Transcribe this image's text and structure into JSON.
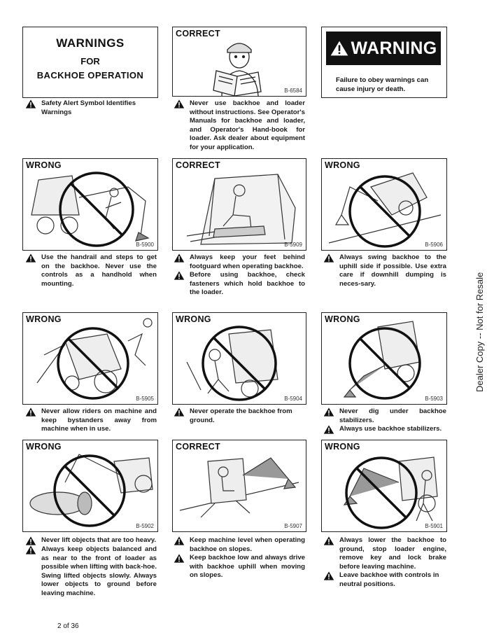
{
  "title": {
    "line1": "WARNINGS",
    "line2": "FOR",
    "line3": "BACKHOE OPERATION"
  },
  "safety_caption": "Safety Alert Symbol Identifies Warnings",
  "warning_box": {
    "banner": "WARNING",
    "text": "Failure to obey warnings can cause injury or death."
  },
  "side_text": "Dealer Copy -- Not for Resale",
  "page_number": "2 of 36",
  "panels": [
    {
      "tag": "CORRECT",
      "code": "B-6584",
      "captions": [
        "Never use backhoe and loader without instructions. See Operator's Manuals for backhoe and loader, and Operator's Hand-book for loader. Ask dealer about equipment for your application."
      ]
    },
    {
      "tag": "WRONG",
      "code": "B-5900",
      "captions": [
        "Use the handrail and steps to get on the backhoe. Never use the controls as a handhold when mounting."
      ]
    },
    {
      "tag": "CORRECT",
      "code": "B-5909",
      "captions": [
        "Always keep your feet behind footguard when operating backhoe.",
        "Before using backhoe, check fasteners which hold backhoe to the loader."
      ]
    },
    {
      "tag": "WRONG",
      "code": "B-5906",
      "captions": [
        "Always swing backhoe to the uphill side if possible. Use extra care if downhill dumping is neces-sary."
      ]
    },
    {
      "tag": "WRONG",
      "code": "B-5905",
      "captions": [
        "Never allow riders on machine and keep bystanders away from machine when in use."
      ]
    },
    {
      "tag": "WRONG",
      "code": "B-5904",
      "captions": [
        "Never operate the backhoe from ground."
      ]
    },
    {
      "tag": "WRONG",
      "code": "B-5903",
      "captions": [
        "Never dig under backhoe stabilizers.",
        "Always use backhoe stabilizers."
      ]
    },
    {
      "tag": "WRONG",
      "code": "B-5902",
      "captions": [
        "Never lift objects that are too heavy.",
        "Always keep objects balanced and as near to the front of loader as possible when lifting with back-hoe. Swing lifted objects slowly. Always lower objects to ground before leaving machine."
      ]
    },
    {
      "tag": "CORRECT",
      "code": "B-5907",
      "captions": [
        "Keep machine level when operating backhoe on slopes.",
        "Keep backhoe low and always drive with backhoe uphill when moving on slopes."
      ]
    },
    {
      "tag": "WRONG",
      "code": "B-5901",
      "captions": [
        "Always lower the backhoe to ground, stop loader engine, remove key and lock brake before leaving machine.",
        "Leave backhoe with controls in neutral positions."
      ]
    }
  ]
}
